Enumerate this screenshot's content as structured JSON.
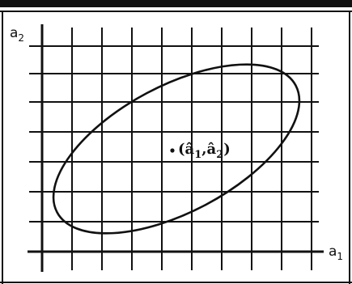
{
  "axes": {
    "y_label": "a",
    "y_subscript": "2",
    "x_label": "a",
    "x_subscript": "1"
  },
  "estimate": {
    "open": "(",
    "a1": "â",
    "a1_sub": "1",
    "comma": ",",
    "a2": "â",
    "a2_sub": "2",
    "close": ")"
  },
  "colors": {
    "ink": "#111111",
    "paper": "#ffffff"
  }
}
